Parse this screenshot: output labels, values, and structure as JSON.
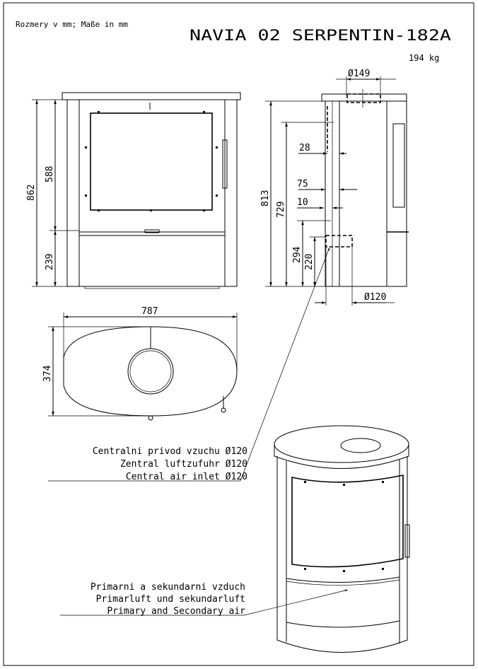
{
  "header": {
    "units_note": "Rozmery v mm; Maße in mm",
    "title": "NAVIA 02 SERPENTIN-182A",
    "weight": "194 kg"
  },
  "front_view": {
    "dims": {
      "total_height": "862",
      "door_height": "588",
      "base_height": "239"
    }
  },
  "side_view": {
    "dims": {
      "flue_diameter": "Ø149",
      "height_813": "813",
      "height_729": "729",
      "offset_28": "28",
      "offset_75": "75",
      "offset_10": "10",
      "height_294": "294",
      "height_220": "220",
      "inlet_diameter": "Ø120"
    }
  },
  "top_view": {
    "dims": {
      "width": "787",
      "depth": "374"
    }
  },
  "callouts": {
    "central_air": [
      "Centralni privod vzuchu Ø120",
      "Zentral luftzufuhr Ø120",
      "Central air inlet Ø120"
    ],
    "primary_air": [
      "Primarni a sekundarni vzduch",
      "Primarluft und sekundarluft",
      "Primary and Secondary air"
    ]
  }
}
